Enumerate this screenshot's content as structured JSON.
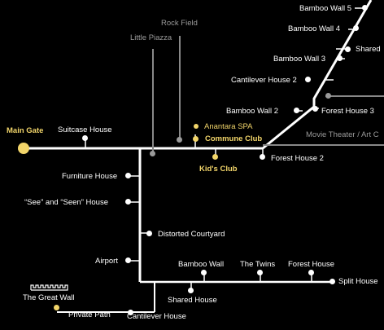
{
  "places": {
    "main_gate": "Main Gate",
    "rock_field": "Rock Field",
    "little_piazza": "Little Piazza",
    "movie_theater": "Movie Theater / Art C",
    "suitcase_house": "Suitcase House",
    "anantara_spa": "Anantara SPA",
    "commune_club": "Commune Club",
    "kids_club": "Kid's Club",
    "bamboo_wall_5": "Bamboo Wall 5",
    "bamboo_wall_4": "Bamboo Wall 4",
    "shared": "Shared",
    "bamboo_wall_3": "Bamboo Wall 3",
    "cantilever_house_2": "Cantilever House 2",
    "bamboo_wall_2": "Bamboo Wall 2",
    "forest_house_3": "Forest House 3",
    "forest_house_2": "Forest House 2",
    "furniture_house": "Furniture House",
    "see_and_seen_house": "“See” and “Seen” House",
    "distorted_courtyard": "Distorted Courtyard",
    "airport": "Airport",
    "bamboo_wall": "Bamboo Wall",
    "the_twins": "The Twins",
    "forest_house": "Forest House",
    "split_house": "Split House",
    "shared_house": "Shared House",
    "the_great_wall": "The  Great Wall",
    "private_path": "Private Path",
    "cantilever_house": "Cantilever House"
  },
  "colors": {
    "background": "#000000",
    "path": "#ffffff",
    "highlight": "#f2d56a",
    "secondary": "#9a9a9a"
  }
}
